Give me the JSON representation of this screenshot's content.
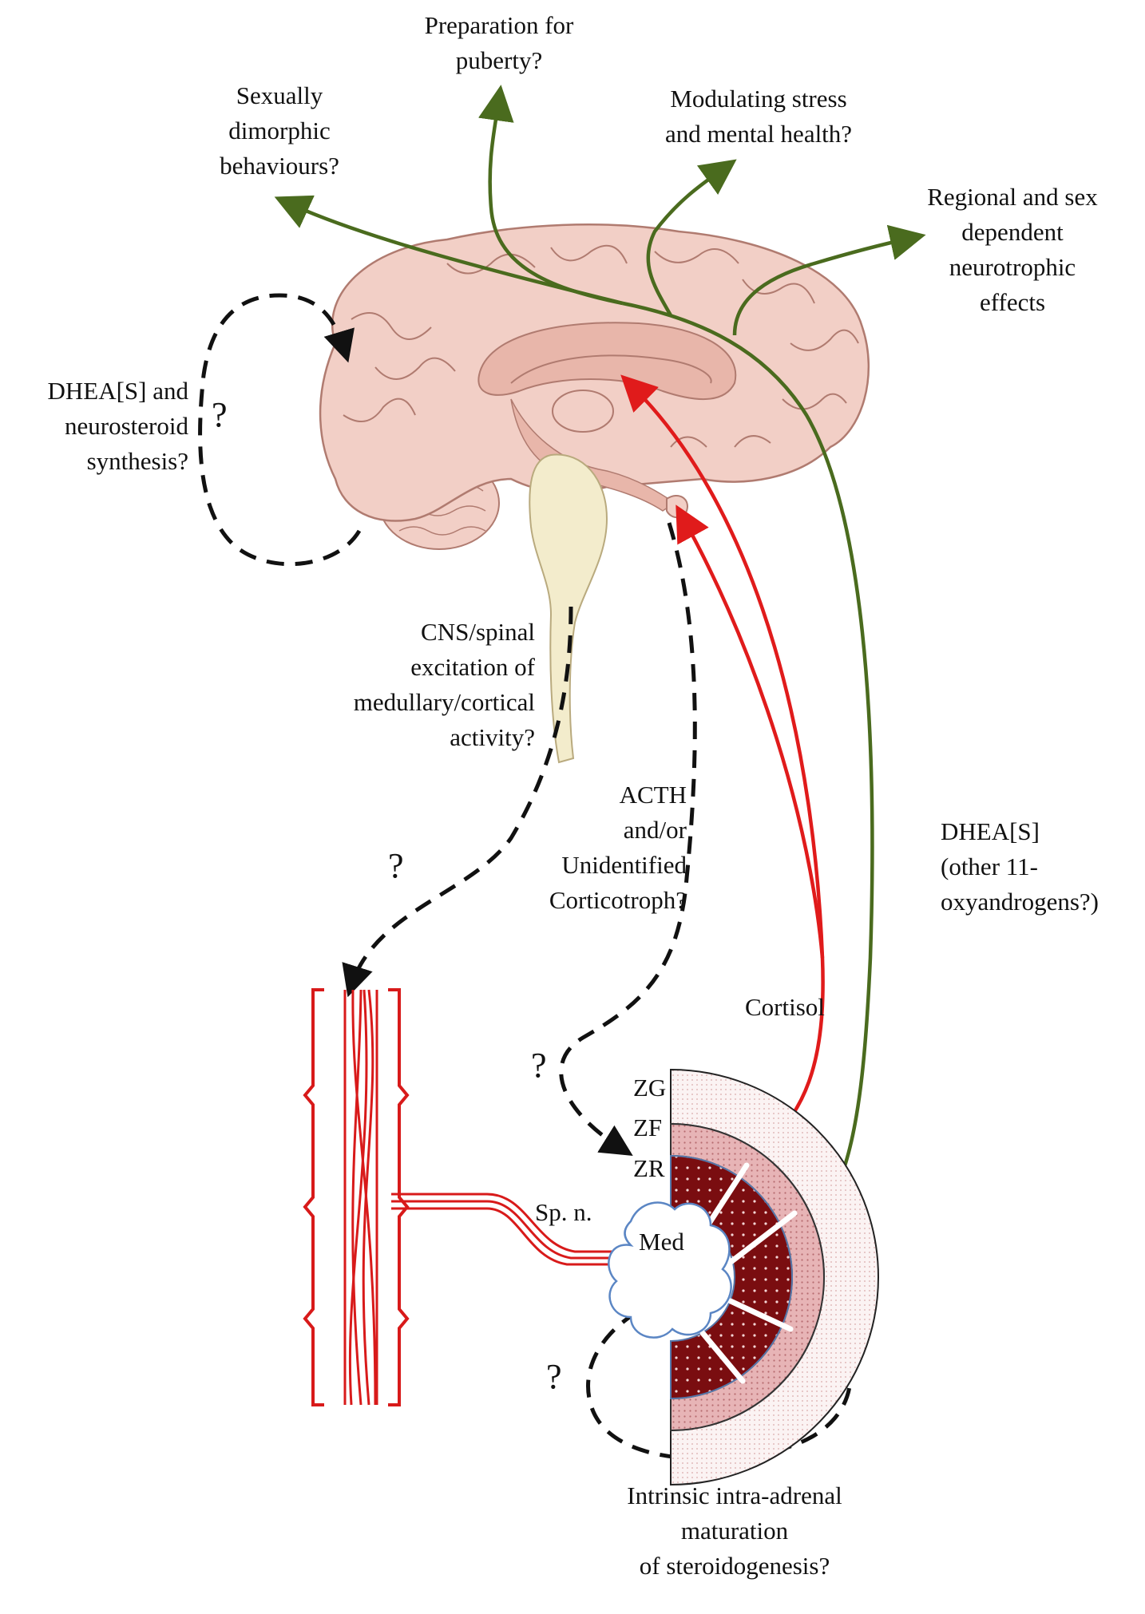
{
  "labels": {
    "puberty": [
      "Preparation for",
      "puberty?"
    ],
    "sexually": [
      "Sexually",
      "dimorphic",
      "behaviours?"
    ],
    "stress": [
      "Modulating  stress",
      "and mental  health?"
    ],
    "regional": [
      "Regional  and sex",
      "dependent",
      "neurotrophic",
      "effects"
    ],
    "neurosteroid": [
      "DHEA[S]  and",
      "neurosteroid",
      "synthesis?"
    ],
    "cns": [
      "CNS/spinal",
      "excitation  of",
      "medullary/cortical",
      "activity?"
    ],
    "acth": [
      "ACTH",
      "and/or",
      "Unidentified",
      "Corticotroph?"
    ],
    "dheas": [
      "DHEA[S]",
      "(other 11-",
      "oxyandrogens?)"
    ],
    "cortisol": "Cortisol",
    "spn": "Sp. n.",
    "intrinsic": [
      "Intrinsic  intra-adrenal",
      "maturation",
      "of steroidogenesis?"
    ]
  },
  "question_mark": "?",
  "zones": {
    "zg": "ZG",
    "zf": "ZF",
    "zr": "ZR",
    "med": "Med"
  },
  "colors": {
    "green_arrow": "#4a6b1e",
    "red_arrow": "#e01b1b",
    "dashed": "#111111",
    "brain": "#f2cfc6",
    "brain_outline": "#b07b70",
    "brainstem": "#f3eccc",
    "zr_fill": "#7a0d10",
    "zf_fill": "#e4b0b2",
    "zg_fill": "#f7e9e9"
  }
}
